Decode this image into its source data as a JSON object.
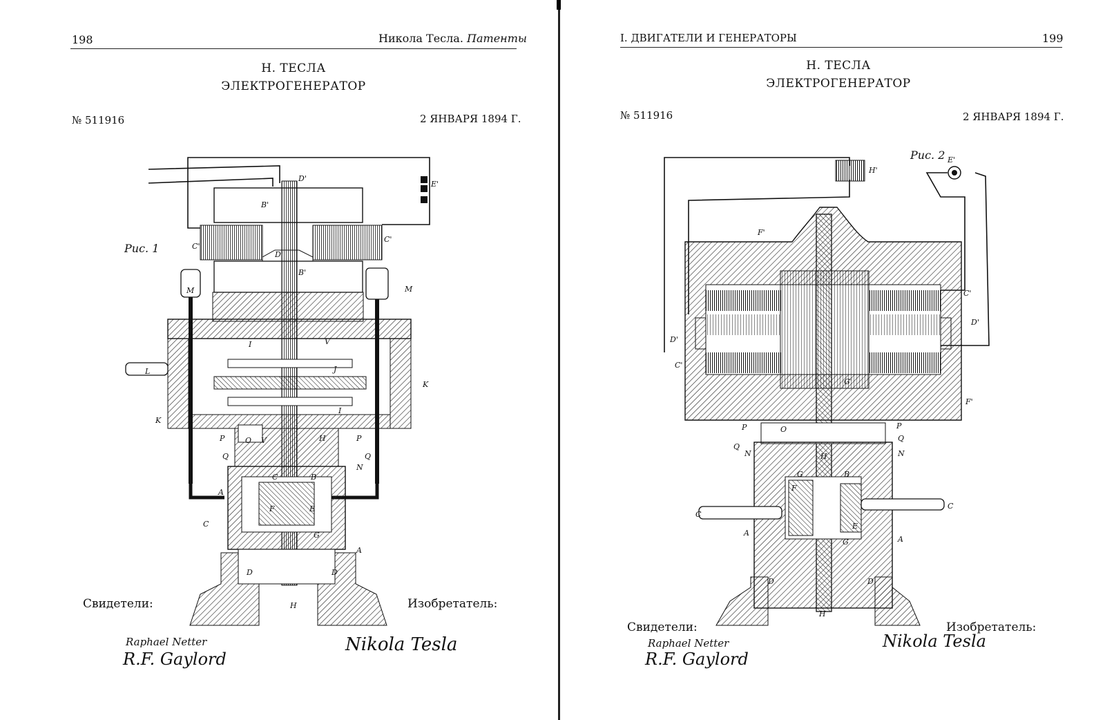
{
  "left_page": {
    "page_number": "198",
    "running_header_author": "Никола Тесла.",
    "running_header_title": "Патенты",
    "heading_author": "Н. ТЕСЛА",
    "heading_title": "ЭЛЕКТРОГЕНЕРАТОР",
    "patent_number": "№ 511916",
    "patent_date": "2 ЯНВАРЯ 1894 Г.",
    "figure_caption": "Рис. 1",
    "witnesses_label": "Свидетели:",
    "inventor_label": "Изобретатель:",
    "witness_signature_1": "Raphael Netter",
    "witness_signature_2": "R.F. Gaylord",
    "inventor_signature": "Nikola Tesla",
    "figure_labels": [
      "D'",
      "E'",
      "B'",
      "C'",
      "C'",
      "D'",
      "B'",
      "M",
      "M",
      "I",
      "V",
      "J",
      "L",
      "K",
      "K",
      "I",
      "P",
      "O",
      "V",
      "H",
      "P",
      "Q",
      "Q",
      "N",
      "A",
      "C",
      "B",
      "F",
      "E",
      "C",
      "G",
      "A",
      "D",
      "D",
      "H"
    ]
  },
  "right_page": {
    "page_number": "199",
    "running_header": "I. ДВИГАТЕЛИ И ГЕНЕРАТОРЫ",
    "heading_author": "Н. ТЕСЛА",
    "heading_title": "ЭЛЕКТРОГЕНЕРАТОР",
    "patent_number": "№ 511916",
    "patent_date": "2 ЯНВАРЯ 1894 Г.",
    "figure_caption": "Рис. 2",
    "witnesses_label": "Свидетели:",
    "inventor_label": "Изобретатель:",
    "witness_signature_1": "Raphael Netter",
    "witness_signature_2": "R.F. Gaylord",
    "inventor_signature": "Nikola Tesla",
    "figure_labels": [
      "H'",
      "E'",
      "F'",
      "C'",
      "D'",
      "D'",
      "C'",
      "G'",
      "F'",
      "P",
      "O",
      "P",
      "Q",
      "Q",
      "N",
      "N",
      "H",
      "G",
      "B",
      "F",
      "C",
      "C",
      "A",
      "E",
      "G",
      "A",
      "D",
      "D",
      "H"
    ]
  }
}
